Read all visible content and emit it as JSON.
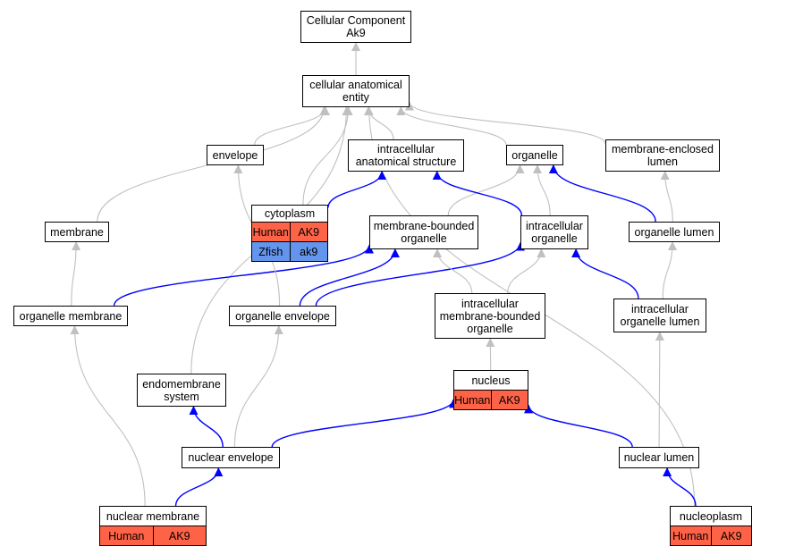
{
  "colors": {
    "grey_edge": "#c0c0c0",
    "blue_edge": "#0000ff",
    "human_cell": "#ff6347",
    "zfish_cell": "#6495ed"
  },
  "nodes": {
    "cc_ak9": {
      "lines": [
        "Cellular Component",
        "Ak9"
      ],
      "rows": []
    },
    "cellular_anatomical_entity": {
      "lines": [
        "cellular anatomical",
        "entity"
      ],
      "rows": []
    },
    "envelope": {
      "lines": [
        "envelope"
      ],
      "rows": []
    },
    "intracellular_anatomical_structure": {
      "lines": [
        "intracellular",
        "anatomical structure"
      ],
      "rows": []
    },
    "organelle": {
      "lines": [
        "organelle"
      ],
      "rows": []
    },
    "membrane_enclosed_lumen": {
      "lines": [
        "membrane-enclosed",
        "lumen"
      ],
      "rows": []
    },
    "membrane": {
      "lines": [
        "membrane"
      ],
      "rows": []
    },
    "cytoplasm": {
      "lines": [
        "cytoplasm"
      ],
      "rows": [
        {
          "species": "Human",
          "gene": "AK9",
          "kind": "human"
        },
        {
          "species": "Zfish",
          "gene": "ak9",
          "kind": "zfish"
        }
      ]
    },
    "membrane_bounded_organelle": {
      "lines": [
        "membrane-bounded",
        "organelle"
      ],
      "rows": []
    },
    "intracellular_organelle": {
      "lines": [
        "intracellular",
        "organelle"
      ],
      "rows": []
    },
    "organelle_lumen": {
      "lines": [
        "organelle lumen"
      ],
      "rows": []
    },
    "organelle_membrane": {
      "lines": [
        "organelle membrane"
      ],
      "rows": []
    },
    "organelle_envelope": {
      "lines": [
        "organelle envelope"
      ],
      "rows": []
    },
    "intracellular_membrane_bounded_organelle": {
      "lines": [
        "intracellular",
        "membrane-bounded",
        "organelle"
      ],
      "rows": []
    },
    "intracellular_organelle_lumen": {
      "lines": [
        "intracellular",
        "organelle lumen"
      ],
      "rows": []
    },
    "endomembrane_system": {
      "lines": [
        "endomembrane",
        "system"
      ],
      "rows": []
    },
    "nucleus": {
      "lines": [
        "nucleus"
      ],
      "rows": [
        {
          "species": "Human",
          "gene": "AK9",
          "kind": "human"
        }
      ]
    },
    "nuclear_envelope": {
      "lines": [
        "nuclear envelope"
      ],
      "rows": []
    },
    "nuclear_lumen": {
      "lines": [
        "nuclear lumen"
      ],
      "rows": []
    },
    "nuclear_membrane": {
      "lines": [
        "nuclear membrane"
      ],
      "rows": [
        {
          "species": "Human",
          "gene": "AK9",
          "kind": "human"
        }
      ]
    },
    "nucleoplasm": {
      "lines": [
        "nucleoplasm"
      ],
      "rows": [
        {
          "species": "Human",
          "gene": "AK9",
          "kind": "human"
        }
      ]
    }
  },
  "edges": [
    {
      "from": "cellular_anatomical_entity",
      "to": "cc_ak9",
      "kind": "grey"
    },
    {
      "from": "envelope",
      "to": "cellular_anatomical_entity",
      "kind": "grey"
    },
    {
      "from": "intracellular_anatomical_structure",
      "to": "cellular_anatomical_entity",
      "kind": "grey"
    },
    {
      "from": "organelle",
      "to": "cellular_anatomical_entity",
      "kind": "grey"
    },
    {
      "from": "membrane_enclosed_lumen",
      "to": "cellular_anatomical_entity",
      "kind": "grey"
    },
    {
      "from": "membrane",
      "to": "cellular_anatomical_entity",
      "kind": "grey"
    },
    {
      "from": "cytoplasm",
      "to": "cellular_anatomical_entity",
      "kind": "grey"
    },
    {
      "from": "endomembrane_system",
      "to": "cellular_anatomical_entity",
      "kind": "grey"
    },
    {
      "from": "nucleoplasm",
      "to": "cellular_anatomical_entity",
      "kind": "grey"
    },
    {
      "from": "cytoplasm",
      "to": "intracellular_anatomical_structure",
      "kind": "blue"
    },
    {
      "from": "membrane_bounded_organelle",
      "to": "organelle",
      "kind": "grey"
    },
    {
      "from": "intracellular_organelle",
      "to": "organelle",
      "kind": "grey"
    },
    {
      "from": "organelle_lumen",
      "to": "organelle",
      "kind": "blue"
    },
    {
      "from": "intracellular_organelle",
      "to": "intracellular_anatomical_structure",
      "kind": "blue"
    },
    {
      "from": "organelle_lumen",
      "to": "membrane_enclosed_lumen",
      "kind": "grey"
    },
    {
      "from": "organelle_membrane",
      "to": "membrane",
      "kind": "grey"
    },
    {
      "from": "organelle_membrane",
      "to": "membrane_bounded_organelle",
      "kind": "blue"
    },
    {
      "from": "organelle_envelope",
      "to": "envelope",
      "kind": "grey"
    },
    {
      "from": "organelle_envelope",
      "to": "membrane_bounded_organelle",
      "kind": "blue"
    },
    {
      "from": "organelle_envelope",
      "to": "intracellular_organelle",
      "kind": "blue"
    },
    {
      "from": "intracellular_membrane_bounded_organelle",
      "to": "membrane_bounded_organelle",
      "kind": "grey"
    },
    {
      "from": "intracellular_membrane_bounded_organelle",
      "to": "intracellular_organelle",
      "kind": "grey"
    },
    {
      "from": "intracellular_organelle_lumen",
      "to": "intracellular_organelle",
      "kind": "blue"
    },
    {
      "from": "intracellular_organelle_lumen",
      "to": "organelle_lumen",
      "kind": "grey"
    },
    {
      "from": "nucleus",
      "to": "intracellular_membrane_bounded_organelle",
      "kind": "grey"
    },
    {
      "from": "nuclear_envelope",
      "to": "endomembrane_system",
      "kind": "blue"
    },
    {
      "from": "nuclear_envelope",
      "to": "organelle_envelope",
      "kind": "grey"
    },
    {
      "from": "nuclear_envelope",
      "to": "nucleus",
      "kind": "blue"
    },
    {
      "from": "nuclear_lumen",
      "to": "nucleus",
      "kind": "blue"
    },
    {
      "from": "nuclear_lumen",
      "to": "intracellular_organelle_lumen",
      "kind": "grey"
    },
    {
      "from": "nuclear_membrane",
      "to": "organelle_membrane",
      "kind": "grey"
    },
    {
      "from": "nuclear_membrane",
      "to": "nuclear_envelope",
      "kind": "blue"
    },
    {
      "from": "nucleoplasm",
      "to": "nuclear_lumen",
      "kind": "blue"
    }
  ]
}
